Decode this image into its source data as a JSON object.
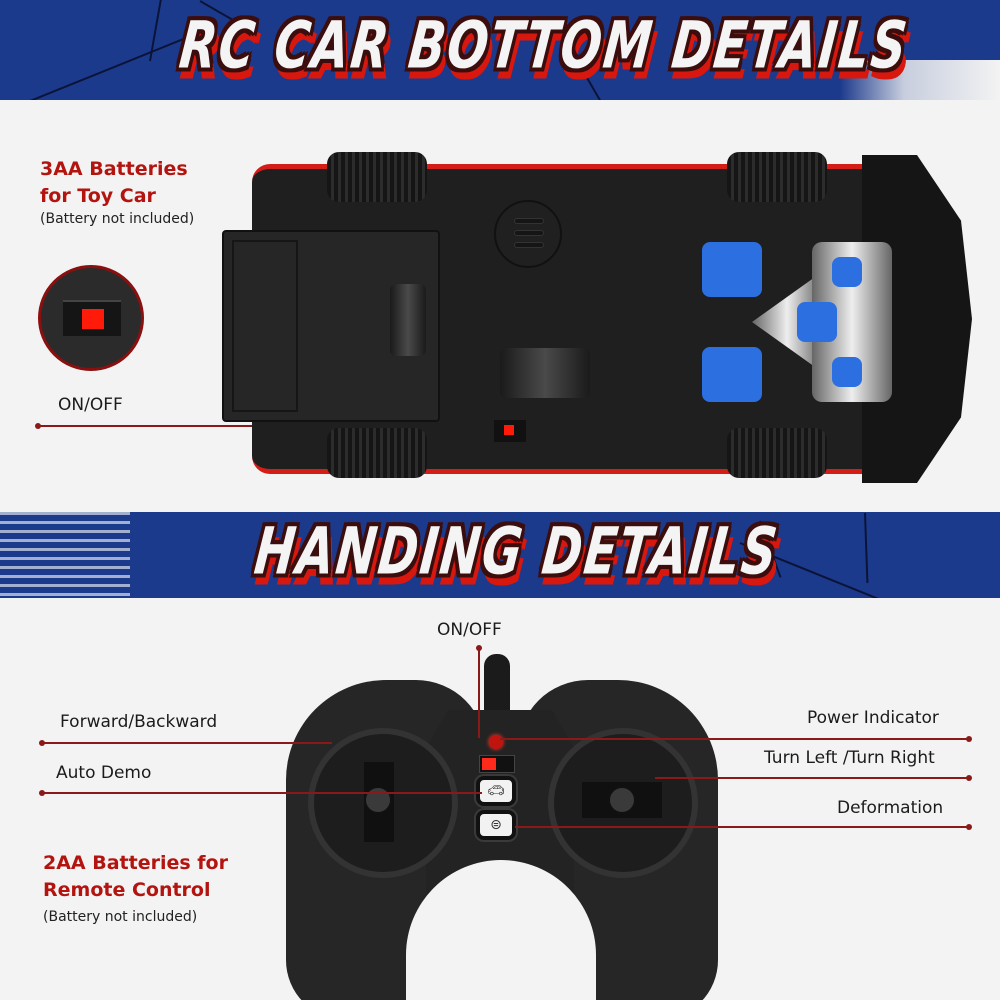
{
  "sections": {
    "car_bottom": {
      "title": "RC CAR BOTTOM DETAILS",
      "battery_heading_line1": "3AA Batteries",
      "battery_heading_line2": "for Toy Car",
      "battery_note": "(Battery not included)",
      "switch_label": "ON/OFF"
    },
    "handling": {
      "title": "HANDING DETAILS",
      "labels": {
        "on_off": "ON/OFF",
        "forward_backward": "Forward/Backward",
        "auto_demo": "Auto Demo",
        "power_indicator": "Power Indicator",
        "turn": "Turn Left /Turn Right",
        "deformation": "Deformation"
      },
      "battery_heading_line1": "2AA Batteries for",
      "battery_heading_line2": "Remote Control",
      "battery_note": "(Battery not included)"
    }
  },
  "colors": {
    "banner_blue": "#1c3a8c",
    "accent_red": "#b3140f",
    "callout_line": "#8a1a1a",
    "switch_red": "#ff1a0a",
    "car_red": "#d51d18",
    "robot_blue": "#2b6fe0",
    "background": "#f3f3f3"
  },
  "icons": {
    "demo_button": "car-icon",
    "deform_button": "deform-icon"
  }
}
